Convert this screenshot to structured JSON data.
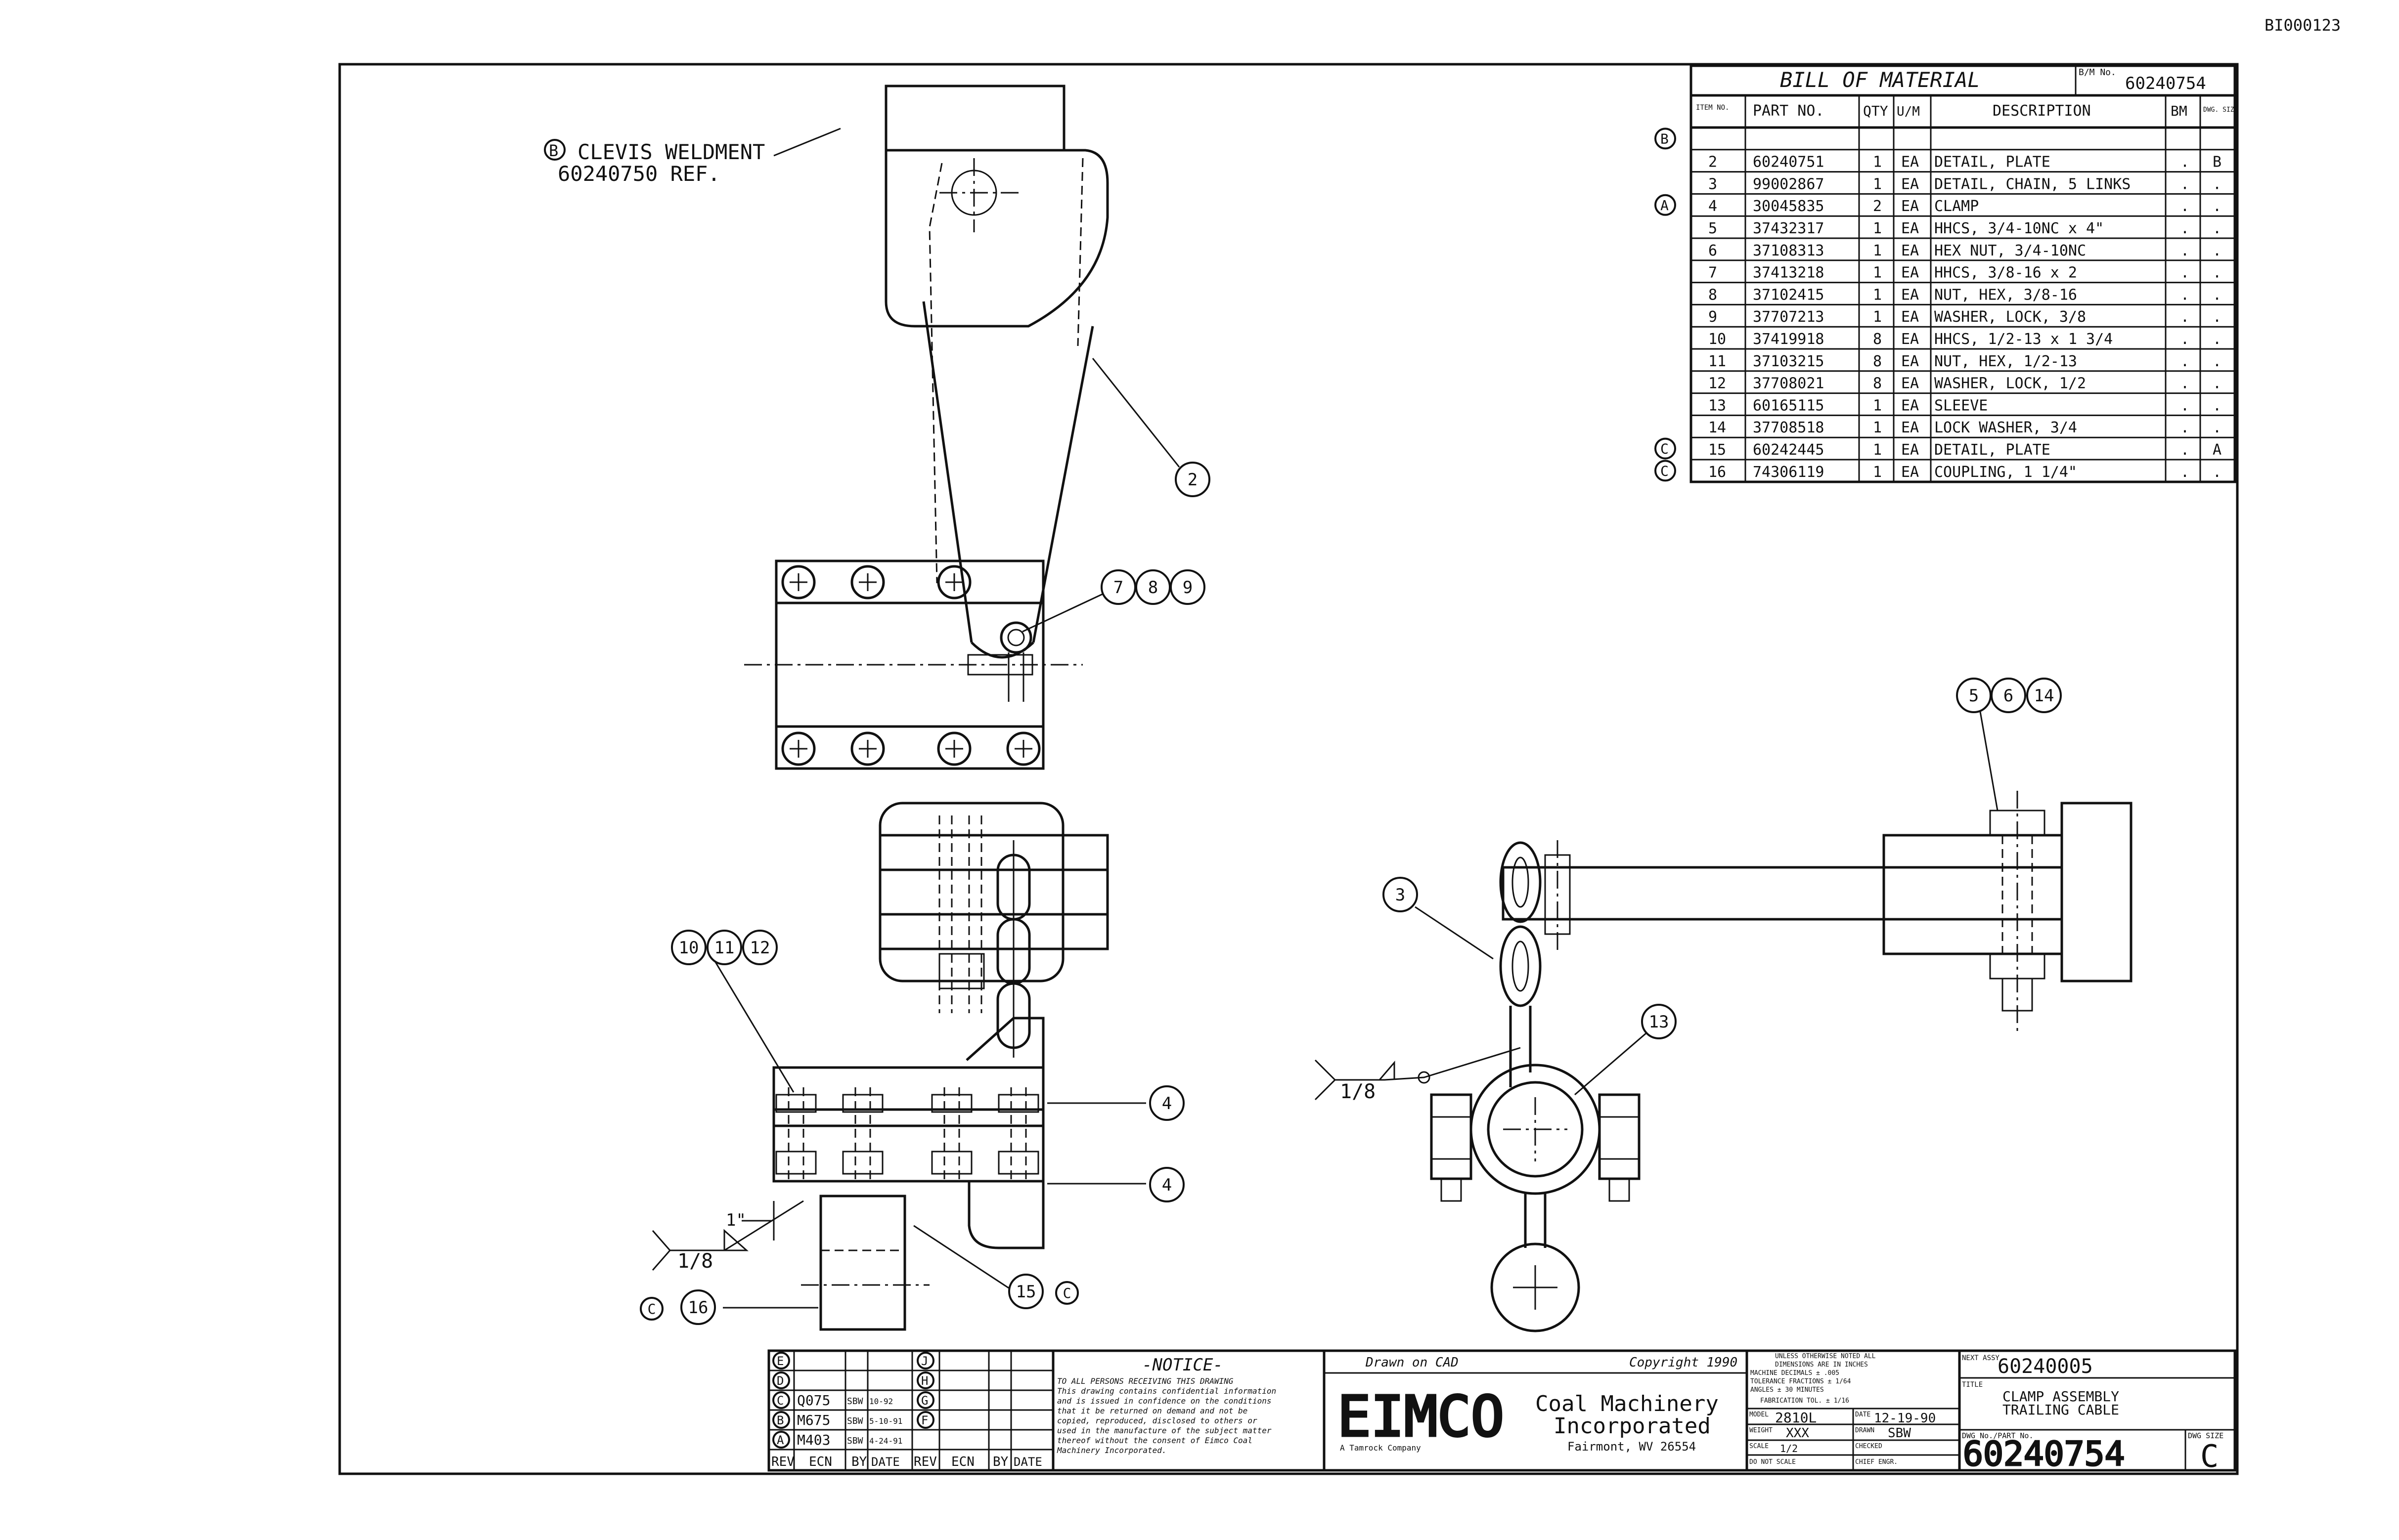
{
  "doc_id": "BI000123",
  "bom": {
    "title": "BILL OF MATERIAL",
    "bm_no_label": "B/M No.",
    "bm_no": "60240754",
    "headers": [
      "ITEM NO.",
      "PART NO.",
      "QTY",
      "U/M",
      "DESCRIPTION",
      "BM",
      "DWG. SIZE"
    ],
    "rows": [
      {
        "rev": "B",
        "item": "",
        "part": "",
        "qty": "",
        "um": "",
        "desc": "",
        "bm": "",
        "size": ""
      },
      {
        "rev": "",
        "item": "2",
        "part": "60240751",
        "qty": "1",
        "um": "EA",
        "desc": "DETAIL, PLATE",
        "bm": ".",
        "size": "B"
      },
      {
        "rev": "",
        "item": "3",
        "part": "99002867",
        "qty": "1",
        "um": "EA",
        "desc": "DETAIL, CHAIN, 5 LINKS",
        "bm": ".",
        "size": "."
      },
      {
        "rev": "A",
        "item": "4",
        "part": "30045835",
        "qty": "2",
        "um": "EA",
        "desc": "CLAMP",
        "bm": ".",
        "size": "."
      },
      {
        "rev": "",
        "item": "5",
        "part": "37432317",
        "qty": "1",
        "um": "EA",
        "desc": "HHCS, 3/4-10NC x 4\"",
        "bm": ".",
        "size": "."
      },
      {
        "rev": "",
        "item": "6",
        "part": "37108313",
        "qty": "1",
        "um": "EA",
        "desc": "HEX NUT, 3/4-10NC",
        "bm": ".",
        "size": "."
      },
      {
        "rev": "",
        "item": "7",
        "part": "37413218",
        "qty": "1",
        "um": "EA",
        "desc": "HHCS, 3/8-16 x 2",
        "bm": ".",
        "size": "."
      },
      {
        "rev": "",
        "item": "8",
        "part": "37102415",
        "qty": "1",
        "um": "EA",
        "desc": "NUT, HEX, 3/8-16",
        "bm": ".",
        "size": "."
      },
      {
        "rev": "",
        "item": "9",
        "part": "37707213",
        "qty": "1",
        "um": "EA",
        "desc": "WASHER, LOCK, 3/8",
        "bm": ".",
        "size": "."
      },
      {
        "rev": "",
        "item": "10",
        "part": "37419918",
        "qty": "8",
        "um": "EA",
        "desc": "HHCS, 1/2-13 x 1 3/4",
        "bm": ".",
        "size": "."
      },
      {
        "rev": "",
        "item": "11",
        "part": "37103215",
        "qty": "8",
        "um": "EA",
        "desc": "NUT, HEX, 1/2-13",
        "bm": ".",
        "size": "."
      },
      {
        "rev": "",
        "item": "12",
        "part": "37708021",
        "qty": "8",
        "um": "EA",
        "desc": "WASHER, LOCK, 1/2",
        "bm": ".",
        "size": "."
      },
      {
        "rev": "",
        "item": "13",
        "part": "60165115",
        "qty": "1",
        "um": "EA",
        "desc": "SLEEVE",
        "bm": ".",
        "size": "."
      },
      {
        "rev": "",
        "item": "14",
        "part": "37708518",
        "qty": "1",
        "um": "EA",
        "desc": "LOCK WASHER, 3/4",
        "bm": ".",
        "size": "."
      },
      {
        "rev": "C",
        "item": "15",
        "part": "60242445",
        "qty": "1",
        "um": "EA",
        "desc": "DETAIL, PLATE",
        "bm": ".",
        "size": "A"
      },
      {
        "rev": "C",
        "item": "16",
        "part": "74306119",
        "qty": "1",
        "um": "EA",
        "desc": "COUPLING, 1 1/4\"",
        "bm": ".",
        "size": "."
      }
    ]
  },
  "callouts": {
    "clevis_rev": "B",
    "clevis_line1": "CLEVIS WELDMENT",
    "clevis_line2": "60240750 REF.",
    "b2": "2",
    "b7": "7",
    "b8": "8",
    "b9": "9",
    "b5": "5",
    "b6": "6",
    "b14": "14",
    "b10": "10",
    "b11": "11",
    "b12": "12",
    "b3": "3",
    "b13": "13",
    "b4a": "4",
    "b4b": "4",
    "b15": "15",
    "b15_rev": "C",
    "b16": "16",
    "b16_rev": "C",
    "weld_left": "1/8",
    "weld_right": "1/8",
    "dim_one": "1\""
  },
  "revisions": {
    "left": [
      {
        "rev": "E",
        "ecn": "",
        "by": "",
        "date": ""
      },
      {
        "rev": "D",
        "ecn": "",
        "by": "",
        "date": ""
      },
      {
        "rev": "C",
        "ecn": "Q075",
        "by": "SBW",
        "date": "10-92"
      },
      {
        "rev": "B",
        "ecn": "M675",
        "by": "SBW",
        "date": "5-10-91"
      },
      {
        "rev": "A",
        "ecn": "M403",
        "by": "SBW",
        "date": "4-24-91"
      }
    ],
    "right": [
      "J",
      "H",
      "G",
      "F"
    ],
    "header": {
      "rev": "REV",
      "ecn": "ECN",
      "by": "BY",
      "date": "DATE"
    }
  },
  "notice": {
    "title": "-NOTICE-",
    "lines": [
      "TO ALL PERSONS RECEIVING THIS DRAWING",
      "This drawing contains confidential information",
      "and is issued in confidence on the conditions",
      "that it be returned on demand and not be",
      "copied, reproduced, disclosed to others or",
      "used in the manufacture of the subject matter",
      "thereof without the consent of Eimco Coal",
      "Machinery Incorporated."
    ]
  },
  "company": {
    "drawn_on": "Drawn on CAD",
    "copyright": "Copyright 1990",
    "logo": "EIMCO",
    "name_line1": "Coal Machinery",
    "name_line2": "Incorporated",
    "tagline": "A Tamrock Company",
    "location": "Fairmont, WV 26554"
  },
  "tolerances": {
    "line1": "UNLESS OTHERWISE NOTED ALL",
    "line2": "DIMENSIONS ARE IN INCHES",
    "line3": "MACHINE   DECIMALS ± .005",
    "line4": "TOLERANCE FRACTIONS ± 1/64",
    "line5": "          ANGLES ± 30 MINUTES",
    "line6": "FABRICATION TOL. ± 1/16"
  },
  "info": {
    "model_label": "MODEL",
    "model": "2810L",
    "date_label": "DATE",
    "date": "12-19-90",
    "weight_label": "WEIGHT",
    "weight": "XXX",
    "drawn_label": "DRAWN",
    "drawn": "SBW",
    "scale_label": "SCALE",
    "scale": "1/2",
    "checked_label": "CHECKED",
    "dns_label": "DO NOT SCALE",
    "chief_label": "CHIEF ENGR."
  },
  "title_block": {
    "next_assy_label": "NEXT ASSY.",
    "next_assy": "60240005",
    "title_label": "TITLE",
    "title_line1": "CLAMP ASSEMBLY",
    "title_line2": "TRAILING CABLE",
    "dwg_no_label": "DWG No./PART No.",
    "dwg_no": "60240754",
    "dwg_size_label": "DWG SIZE",
    "dwg_size": "C"
  }
}
